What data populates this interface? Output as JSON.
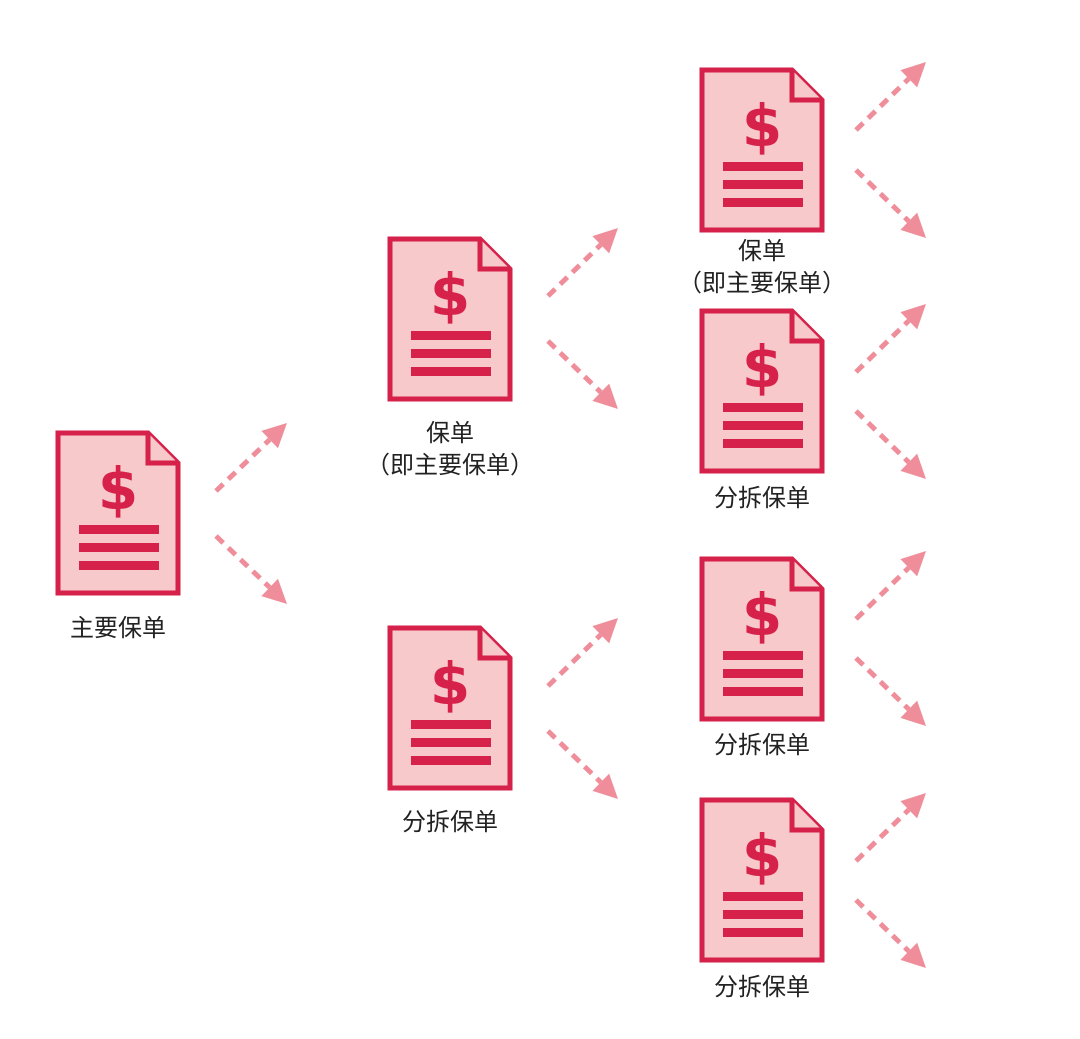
{
  "colors": {
    "doc_fill": "#f7c9ca",
    "doc_stroke": "#d6214a",
    "arrow": "#ef8e9a",
    "label_text": "#222222"
  },
  "icon": "dollar-document-icon",
  "documents": [
    {
      "id": "root",
      "symbol": "$",
      "label_lines": [
        "主要保单"
      ]
    },
    {
      "id": "l1-top",
      "symbol": "$",
      "label_lines": [
        "保单",
        "（即主要保单）"
      ]
    },
    {
      "id": "l1-bottom",
      "symbol": "$",
      "label_lines": [
        "分拆保单"
      ]
    },
    {
      "id": "l2-1",
      "symbol": "$",
      "label_lines": [
        "保单",
        "（即主要保单）"
      ]
    },
    {
      "id": "l2-2",
      "symbol": "$",
      "label_lines": [
        "分拆保单"
      ]
    },
    {
      "id": "l2-3",
      "symbol": "$",
      "label_lines": [
        "分拆保单"
      ]
    },
    {
      "id": "l2-4",
      "symbol": "$",
      "label_lines": [
        "分拆保单"
      ]
    }
  ]
}
